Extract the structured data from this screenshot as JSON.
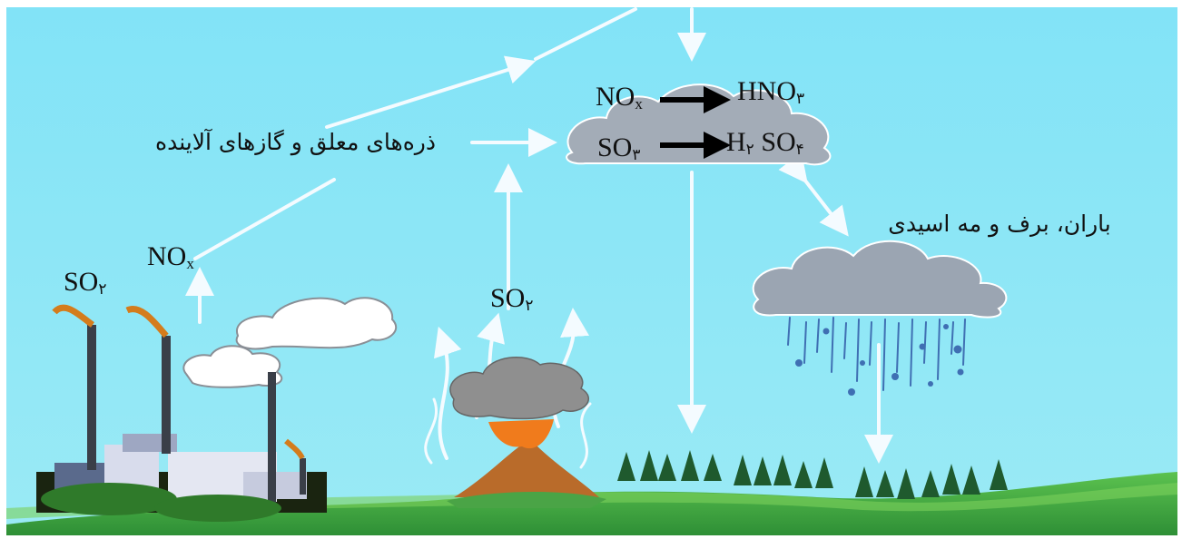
{
  "labels": {
    "pollutants": "ذره‌های معلق و گازهای آلاینده",
    "acid_precipitation": "باران، برف و مه اسیدی"
  },
  "chemistry": {
    "factory_so2": {
      "base": "SO",
      "sub": "۲"
    },
    "factory_nox": {
      "base": "NO",
      "sub": "x"
    },
    "volcano_so2": {
      "base": "SO",
      "sub": "۲"
    },
    "cloud_nox": {
      "base": "NO",
      "sub": "x"
    },
    "cloud_hno3": {
      "base": "HNO",
      "sub": "۳"
    },
    "cloud_so3": {
      "base": "SO",
      "sub": "۳"
    },
    "cloud_h2so4": {
      "h": "H",
      "h_sub": "۲",
      "base": "SO",
      "sub": "۴"
    }
  },
  "colors": {
    "sky": "#7fe0f5",
    "ground": "#4fb84a",
    "arrow": "#f4fbff",
    "cloud_grey": "#9aa4b0",
    "lava": "#f07b1c"
  }
}
